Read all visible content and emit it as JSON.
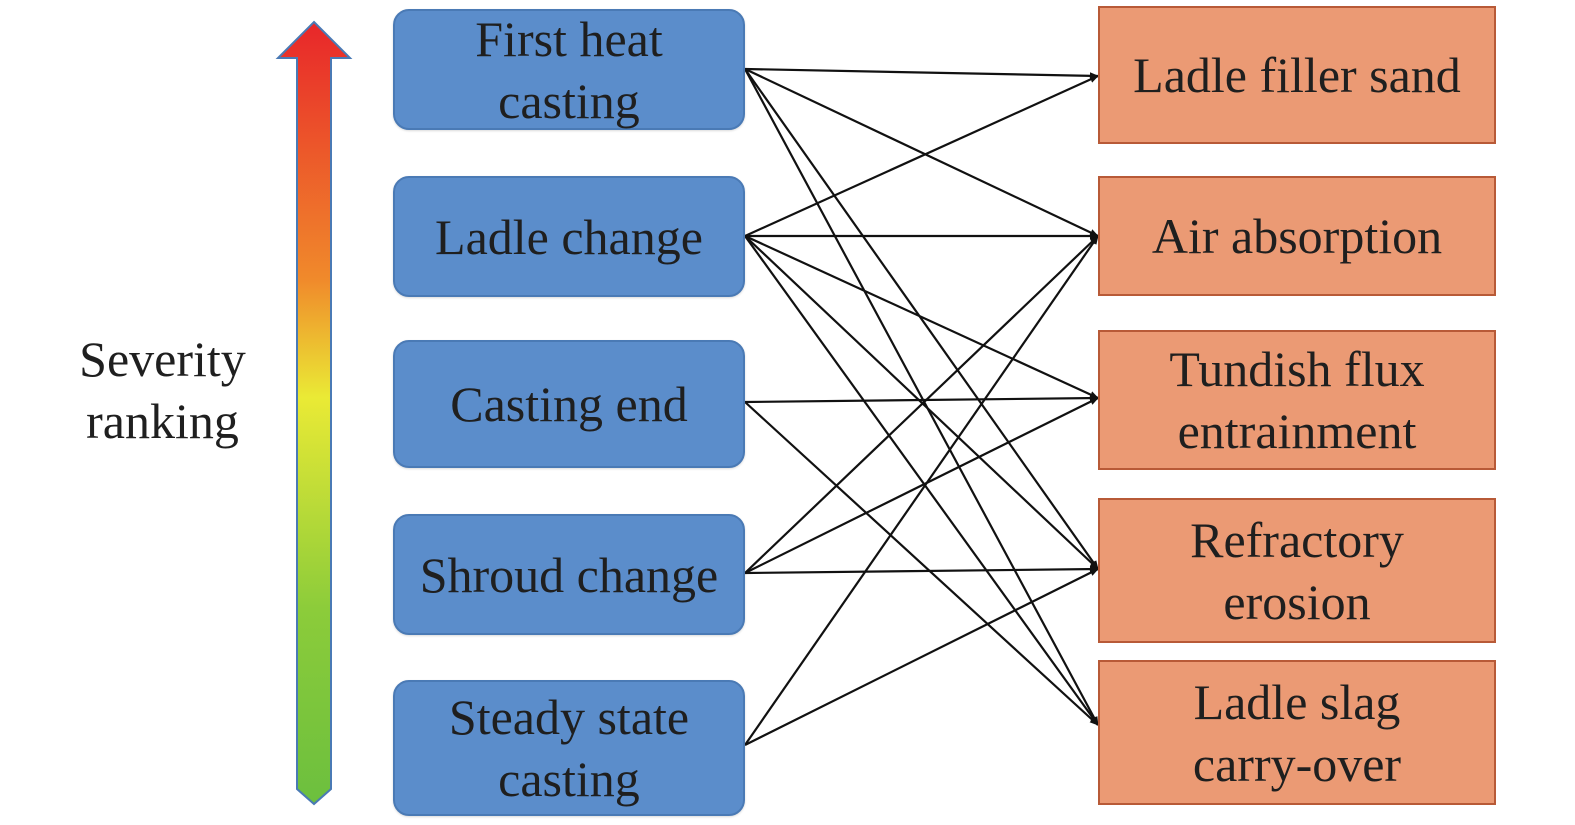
{
  "severity_axis": {
    "label_line1": "Severity",
    "label_line2": "ranking",
    "gradient_colors": [
      "#e8262a",
      "#f08a2b",
      "#eaea35",
      "#8ccc3a",
      "#6cbf3e"
    ],
    "outline_color": "#4a7ab5"
  },
  "stages": [
    {
      "id": "first-heat",
      "line1": "First heat",
      "line2": "casting"
    },
    {
      "id": "ladle-change",
      "line1": "Ladle change",
      "line2": ""
    },
    {
      "id": "casting-end",
      "line1": "Casting end",
      "line2": ""
    },
    {
      "id": "shroud-change",
      "line1": "Shroud change",
      "line2": ""
    },
    {
      "id": "steady-state",
      "line1": "Steady state",
      "line2": "casting"
    }
  ],
  "sources": [
    {
      "id": "filler-sand",
      "line1": "Ladle filler sand",
      "line2": ""
    },
    {
      "id": "air-absorption",
      "line1": "Air absorption",
      "line2": ""
    },
    {
      "id": "tundish-flux",
      "line1": "Tundish flux",
      "line2": "entrainment"
    },
    {
      "id": "refractory",
      "line1": "Refractory",
      "line2": "erosion"
    },
    {
      "id": "ladle-slag",
      "line1": "Ladle slag",
      "line2": "carry-over"
    }
  ],
  "connections": [
    [
      "first-heat",
      "filler-sand"
    ],
    [
      "first-heat",
      "air-absorption"
    ],
    [
      "first-heat",
      "refractory"
    ],
    [
      "first-heat",
      "ladle-slag"
    ],
    [
      "ladle-change",
      "filler-sand"
    ],
    [
      "ladle-change",
      "air-absorption"
    ],
    [
      "ladle-change",
      "tundish-flux"
    ],
    [
      "ladle-change",
      "refractory"
    ],
    [
      "ladle-change",
      "ladle-slag"
    ],
    [
      "casting-end",
      "tundish-flux"
    ],
    [
      "casting-end",
      "ladle-slag"
    ],
    [
      "shroud-change",
      "air-absorption"
    ],
    [
      "shroud-change",
      "tundish-flux"
    ],
    [
      "shroud-change",
      "refractory"
    ],
    [
      "steady-state",
      "air-absorption"
    ],
    [
      "steady-state",
      "refractory"
    ]
  ],
  "colors": {
    "stage_fill": "#5b8dcb",
    "source_fill": "#eb9a74",
    "link_color": "#111111"
  }
}
